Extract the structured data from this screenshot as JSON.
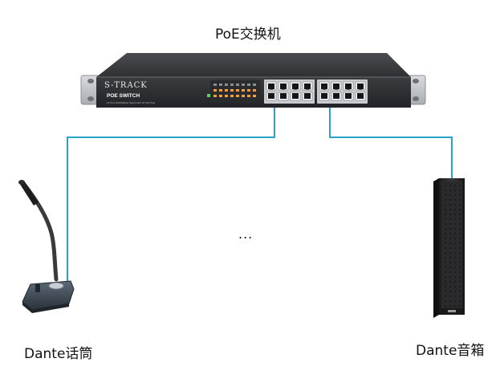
{
  "switch": {
    "caption": "PoE交换机",
    "brand": "S-TRACK",
    "model_label": "POE SWITCH",
    "spec_text": "16 Port 10/100Mbps Switch with 16 Port PoE",
    "port_count": 16
  },
  "devices": {
    "microphone": {
      "caption": "Dante话筒"
    },
    "speaker": {
      "caption": "Dante音箱"
    }
  },
  "ellipsis": "...",
  "colors": {
    "cable": "#2aa3c8",
    "switch_body": "#2b2c2f",
    "led_green": "#5bd35b",
    "led_orange": "#f2a03c"
  }
}
